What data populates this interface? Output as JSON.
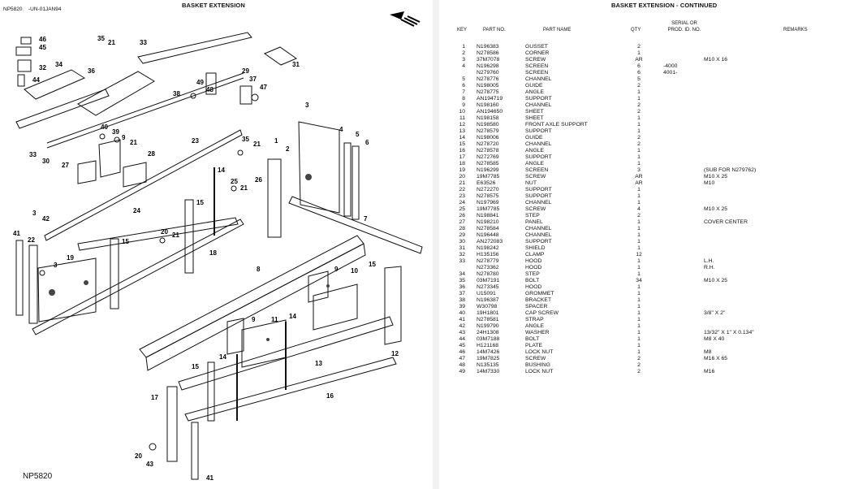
{
  "left": {
    "code": "NP5820",
    "date": "-UN-01JAN94",
    "title": "BASKET EXTENSION",
    "bottom_code": "NP5820",
    "callouts": [
      "46",
      "45",
      "34",
      "32",
      "44",
      "35",
      "21",
      "33",
      "36",
      "31",
      "29",
      "37",
      "38",
      "49",
      "48",
      "47",
      "3",
      "30",
      "40",
      "39",
      "9",
      "21",
      "28",
      "27",
      "23",
      "35",
      "21",
      "1",
      "2",
      "4",
      "5",
      "6",
      "14",
      "25",
      "21",
      "26",
      "15",
      "24",
      "3",
      "42",
      "41",
      "22",
      "3",
      "19",
      "20",
      "21",
      "15",
      "18",
      "7",
      "8",
      "9",
      "10",
      "15",
      "12",
      "9",
      "11",
      "14",
      "13",
      "14",
      "15",
      "16",
      "17",
      "20",
      "43",
      "41"
    ]
  },
  "right": {
    "title": "BASKET EXTENSION - CONTINUED",
    "headers": {
      "key": "KEY",
      "part_no": "PART NO.",
      "part_name": "PART NAME",
      "qty": "QTY",
      "serial_1": "SERIAL OR",
      "serial_2": "PROD. ID. NO.",
      "remarks": "REMARKS"
    },
    "rows": [
      {
        "key": "1",
        "pn": "N196383",
        "name": "GUSSET",
        "qty": "2",
        "serial": "",
        "remarks": ""
      },
      {
        "key": "2",
        "pn": "N278586",
        "name": "CORNER",
        "qty": "1",
        "serial": "",
        "remarks": ""
      },
      {
        "key": "3",
        "pn": "37M7078",
        "name": "SCREW",
        "qty": "AR",
        "serial": "",
        "remarks": "M10 X 16"
      },
      {
        "key": "4",
        "pn": "N196298",
        "name": "SCREEN",
        "qty": "6",
        "serial": "-4000",
        "remarks": ""
      },
      {
        "key": "",
        "pn": "N279760",
        "name": "SCREEN",
        "qty": "6",
        "serial": "4001-",
        "remarks": ""
      },
      {
        "key": "5",
        "pn": "N278776",
        "name": "CHANNEL",
        "qty": "5",
        "serial": "",
        "remarks": ""
      },
      {
        "key": "6",
        "pn": "N198005",
        "name": "GUIDE",
        "qty": "2",
        "serial": "",
        "remarks": ""
      },
      {
        "key": "7",
        "pn": "N278775",
        "name": "ANGLE",
        "qty": "1",
        "serial": "",
        "remarks": ""
      },
      {
        "key": "8",
        "pn": "AN194719",
        "name": "SUPPORT",
        "qty": "1",
        "serial": "",
        "remarks": ""
      },
      {
        "key": "9",
        "pn": "N198160",
        "name": "CHANNEL",
        "qty": "2",
        "serial": "",
        "remarks": ""
      },
      {
        "key": "10",
        "pn": "AN194650",
        "name": "SHEET",
        "qty": "2",
        "serial": "",
        "remarks": ""
      },
      {
        "key": "11",
        "pn": "N198158",
        "name": "SHEET",
        "qty": "1",
        "serial": "",
        "remarks": ""
      },
      {
        "key": "12",
        "pn": "N198580",
        "name": "FRONT AXLE SUPPORT",
        "qty": "1",
        "serial": "",
        "remarks": ""
      },
      {
        "key": "13",
        "pn": "N278579",
        "name": "SUPPORT",
        "qty": "1",
        "serial": "",
        "remarks": ""
      },
      {
        "key": "14",
        "pn": "N198006",
        "name": "GUIDE",
        "qty": "2",
        "serial": "",
        "remarks": ""
      },
      {
        "key": "15",
        "pn": "N278720",
        "name": "CHANNEL",
        "qty": "2",
        "serial": "",
        "remarks": ""
      },
      {
        "key": "16",
        "pn": "N278578",
        "name": "ANGLE",
        "qty": "1",
        "serial": "",
        "remarks": ""
      },
      {
        "key": "17",
        "pn": "N272769",
        "name": "SUPPORT",
        "qty": "1",
        "serial": "",
        "remarks": ""
      },
      {
        "key": "18",
        "pn": "N278585",
        "name": "ANGLE",
        "qty": "1",
        "serial": "",
        "remarks": ""
      },
      {
        "key": "19",
        "pn": "N196299",
        "name": "SCREEN",
        "qty": "3",
        "serial": "",
        "remarks": "(SUB FOR N279762)"
      },
      {
        "key": "20",
        "pn": "19M7785",
        "name": "SCREW",
        "qty": "AR",
        "serial": "",
        "remarks": "M10 X 25"
      },
      {
        "key": "21",
        "pn": "E63526",
        "name": "NUT",
        "qty": "AR",
        "serial": "",
        "remarks": "M10"
      },
      {
        "key": "22",
        "pn": "N272270",
        "name": "SUPPORT",
        "qty": "1",
        "serial": "",
        "remarks": ""
      },
      {
        "key": "23",
        "pn": "N278575",
        "name": "SUPPORT",
        "qty": "1",
        "serial": "",
        "remarks": ""
      },
      {
        "key": "24",
        "pn": "N197969",
        "name": "CHANNEL",
        "qty": "1",
        "serial": "",
        "remarks": ""
      },
      {
        "key": "25",
        "pn": "19M7785",
        "name": "SCREW",
        "qty": "4",
        "serial": "",
        "remarks": "M10 X 25"
      },
      {
        "key": "26",
        "pn": "N198841",
        "name": "STEP",
        "qty": "2",
        "serial": "",
        "remarks": ""
      },
      {
        "key": "27",
        "pn": "N198210",
        "name": "PANEL",
        "qty": "1",
        "serial": "",
        "remarks": "COVER CENTER"
      },
      {
        "key": "28",
        "pn": "N278584",
        "name": "CHANNEL",
        "qty": "1",
        "serial": "",
        "remarks": ""
      },
      {
        "key": "29",
        "pn": "N196448",
        "name": "CHANNEL",
        "qty": "1",
        "serial": "",
        "remarks": ""
      },
      {
        "key": "30",
        "pn": "AN272083",
        "name": "SUPPORT",
        "qty": "1",
        "serial": "",
        "remarks": ""
      },
      {
        "key": "31",
        "pn": "N198242",
        "name": "SHIELD",
        "qty": "1",
        "serial": "",
        "remarks": ""
      },
      {
        "key": "32",
        "pn": "H135156",
        "name": "CLAMP",
        "qty": "12",
        "serial": "",
        "remarks": ""
      },
      {
        "key": "33",
        "pn": "N278779",
        "name": "HOOD",
        "qty": "1",
        "serial": "",
        "remarks": "L.H."
      },
      {
        "key": "",
        "pn": "N273362",
        "name": "HOOD",
        "qty": "1",
        "serial": "",
        "remarks": "R.H."
      },
      {
        "key": "34",
        "pn": "N278780",
        "name": "STEP",
        "qty": "1",
        "serial": "",
        "remarks": ""
      },
      {
        "key": "35",
        "pn": "03M7191",
        "name": "BOLT",
        "qty": "34",
        "serial": "",
        "remarks": "M10 X 25"
      },
      {
        "key": "36",
        "pn": "N273345",
        "name": "HOOD",
        "qty": "1",
        "serial": "",
        "remarks": ""
      },
      {
        "key": "37",
        "pn": "U15091",
        "name": "GROMMET",
        "qty": "1",
        "serial": "",
        "remarks": ""
      },
      {
        "key": "38",
        "pn": "N196387",
        "name": "BRACKET",
        "qty": "1",
        "serial": "",
        "remarks": ""
      },
      {
        "key": "39",
        "pn": "W30798",
        "name": "SPACER",
        "qty": "1",
        "serial": "",
        "remarks": ""
      },
      {
        "key": "40",
        "pn": "19H1801",
        "name": "CAP SCREW",
        "qty": "1",
        "serial": "",
        "remarks": "3/8\" X 2\""
      },
      {
        "key": "41",
        "pn": "N278581",
        "name": "STRAP",
        "qty": "1",
        "serial": "",
        "remarks": ""
      },
      {
        "key": "42",
        "pn": "N199790",
        "name": "ANGLE",
        "qty": "1",
        "serial": "",
        "remarks": ""
      },
      {
        "key": "43",
        "pn": "24H1308",
        "name": "WASHER",
        "qty": "1",
        "serial": "",
        "remarks": "13/32\" X 1\" X 0.134\""
      },
      {
        "key": "44",
        "pn": "03M7188",
        "name": "BOLT",
        "qty": "1",
        "serial": "",
        "remarks": "M8 X 40"
      },
      {
        "key": "45",
        "pn": "H121168",
        "name": "PLATE",
        "qty": "1",
        "serial": "",
        "remarks": ""
      },
      {
        "key": "46",
        "pn": "14M7426",
        "name": "LOCK NUT",
        "qty": "1",
        "serial": "",
        "remarks": "M8"
      },
      {
        "key": "47",
        "pn": "19M7825",
        "name": "SCREW",
        "qty": "2",
        "serial": "",
        "remarks": "M16 X 65"
      },
      {
        "key": "48",
        "pn": "N135135",
        "name": "BUSHING",
        "qty": "2",
        "serial": "",
        "remarks": ""
      },
      {
        "key": "49",
        "pn": "14M7330",
        "name": "LOCK NUT",
        "qty": "2",
        "serial": "",
        "remarks": "M16"
      }
    ]
  }
}
